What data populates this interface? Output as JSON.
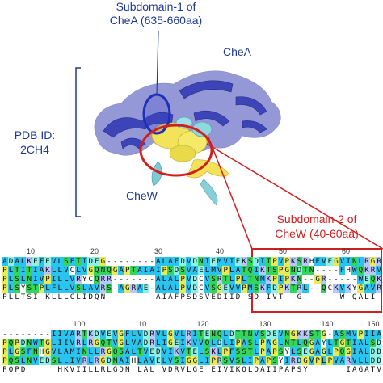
{
  "labels": {
    "subdomain1_line1": "Subdomain-1 of",
    "subdomain1_line2": "CheA (635-660aa)",
    "chea": "CheA",
    "pdb_line1": "PDB ID:",
    "pdb_line2": "2CH4",
    "chew": "CheW",
    "subdomain2_line1": "Subdomain-2 of",
    "subdomain2_line2": "CheW (40-60aa)"
  },
  "colors": {
    "chea_blue": "#3d44b8",
    "chew_yellow": "#f2e35a",
    "highlight_red": "#d11f1f",
    "label_blue": "#1f3a93"
  },
  "ruler_top": [
    "10",
    "20",
    "30",
    "40",
    "50",
    "60"
  ],
  "ruler_bottom": [
    "100",
    "110",
    "120",
    "130",
    "140",
    "150"
  ],
  "alignment_top": [
    "ADALKEFEVLSFTIDEG--------ALAFDVDNIEMVIEKSDITPVPKSRHFVEGVINLRGRII",
    "PLTITIAKLLVCLVGQNQGAPTAIAIPSDSVAELMVPLATQIKTSPGNDTN----FHWQKRVIS",
    "PLSLNIVPILLVRYCQRR-------ALALPVDCVSRTLPLTNMKPIPKN--GR-----WEQKRILT",
    "PLSYSTPLFLLVSLAVRS-AGRAE-ALALPVDCVSGEVVPMSKFDPKTRL--QCKVKYGAVRLRIS",
    "PLLTSI KLLLCLIDQN        AIAFPSDSVEDIID SD IVT  G      W QALI"
  ],
  "alignment_bottom": [
    "--------IIVARTKDVEVGFLVDRVLGVLRITENQLDTTNVSDEVNGKKSTG-ASMVPIIAIIE",
    "PQPDNWTGLIIVRLRGQTVGLVADRLIGEIKVVQLDLIPASLPAGLNTLQGAYLTGTIALSDQLS",
    "PLGSFNHGVLAMINLLRGQSALTVEDVIKVTELSKLPFSSTLPAPSYLSEGAGLPQGIALDDQLQ",
    "PQSLNVEDSLLIVRLRGDNAIHLAVELVSIGGLIPRSVSLIPAPSYIRDGVPLPVARVLLDDRQS",
    "PQPD     HKVIILLRLGDN LAL VDRVLGE EIVIKQLDAIIPAPSY      IAGATVLGSDQ"
  ]
}
